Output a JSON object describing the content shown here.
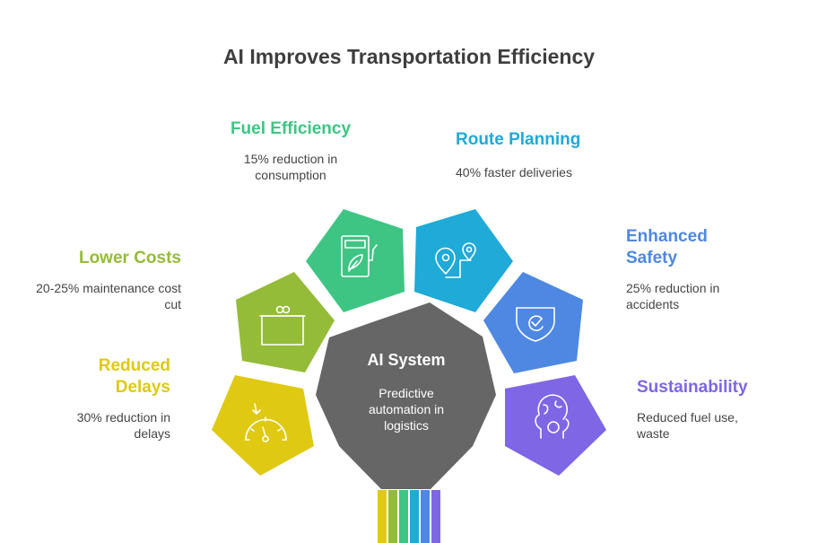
{
  "title": "AI Improves Transportation Efficiency",
  "center": {
    "title": "AI System",
    "description": "Predictive automation in logistics",
    "color": "#666666"
  },
  "items": [
    {
      "key": "reduced-delays",
      "label": "Reduced Delays",
      "description": "30% reduction in delays",
      "color": "#DFC913",
      "icon": "speedometer-icon"
    },
    {
      "key": "lower-costs",
      "label": "Lower Costs",
      "description": "20-25% maintenance cost cut",
      "color": "#94BC38",
      "icon": "toolbox-icon"
    },
    {
      "key": "fuel-efficiency",
      "label": "Fuel Efficiency",
      "description": "15% reduction in consumption",
      "color": "#3EC583",
      "icon": "eco-fuel-pump-icon"
    },
    {
      "key": "route-planning",
      "label": "Route Planning",
      "description": "40% faster deliveries",
      "color": "#1FAAD8",
      "icon": "route-pins-icon"
    },
    {
      "key": "enhanced-safety",
      "label": "Enhanced Safety",
      "description": "25% reduction in accidents",
      "color": "#4E88E2",
      "icon": "shield-check-icon"
    },
    {
      "key": "sustainability",
      "label": "Sustainability",
      "description": "Reduced fuel use, waste",
      "color": "#7E66E5",
      "icon": "globe-person-icon"
    }
  ]
}
